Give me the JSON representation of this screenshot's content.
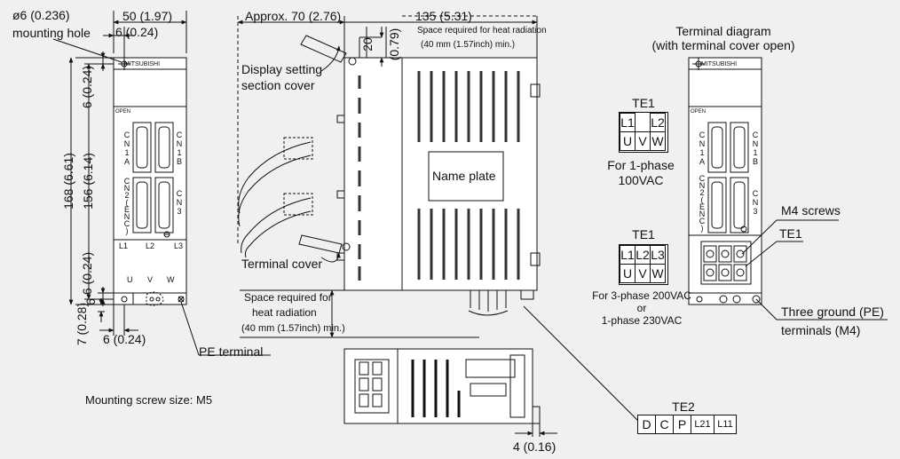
{
  "front_view": {
    "hole_dia": "ø6 (0.236)",
    "hole_label": "mounting hole",
    "width_dim": "50 (1.97)",
    "width_offset": "6 (0.24)",
    "brand": "MITSUBISHI",
    "open": "OPEN",
    "cn1a": [
      "C",
      "N",
      "1",
      "A"
    ],
    "cn1b": [
      "C",
      "N",
      "1",
      "B"
    ],
    "cn2": [
      "C",
      "N",
      "2",
      "(",
      "E",
      "N",
      "C",
      ")"
    ],
    "cn3": [
      "C",
      "N",
      "3"
    ],
    "l1": "L1",
    "l2": "L2",
    "l3": "L3",
    "u": "U",
    "v": "V",
    "w": "W",
    "dim_168": "168 (6.61)",
    "dim_156": "156 (6.14)",
    "dim_top6": "6 (0.24)",
    "dim_bot6": "6 (0.24)",
    "dim_bot6b": "6",
    "dim_7": "7 (0.28)",
    "dim_bottom6": "6 (0.24)",
    "pe_terminal": "PE terminal",
    "screw_size": "Mounting screw size: M5"
  },
  "side_view": {
    "approx": "Approx. 70 (2.76)",
    "depth": "135 (5.31)",
    "dim_20": "20",
    "dim_079": "(0.79)",
    "space_top_1": "Space required for heat radiation",
    "space_top_2": "(40 mm (1.57inch) min.)",
    "display_cover_1": "Display setting",
    "display_cover_2": "section cover",
    "name_plate": "Name plate",
    "terminal_cover": "Terminal cover",
    "space_bot_1": "Space required for",
    "space_bot_2": "heat radiation",
    "space_bot_3": "(40 mm (1.57inch) min.)",
    "dim_4": "4 (0.16)"
  },
  "te1_single": {
    "title": "TE1",
    "top": [
      "L1",
      "",
      "L2"
    ],
    "bottom": [
      "U",
      "V",
      "W"
    ],
    "caption_1": "For 1-phase",
    "caption_2": "100VAC"
  },
  "te1_three": {
    "title": "TE1",
    "top": [
      "L1",
      "L2",
      "L3"
    ],
    "bottom": [
      "U",
      "V",
      "W"
    ],
    "caption_1": "For 3-phase 200VAC",
    "caption_2": "or",
    "caption_3": "1-phase 230VAC"
  },
  "te2": {
    "title": "TE2",
    "cells": [
      "D",
      "C",
      "P",
      "L21",
      "L11"
    ]
  },
  "terminal_diagram": {
    "title_1": "Terminal diagram",
    "title_2": "(with terminal cover open)",
    "brand": "MITSUBISHI",
    "open": "OPEN",
    "m4_screws": "M4 screws",
    "te1": "TE1",
    "ground_1": "Three ground (PE)",
    "ground_2": "terminals (M4)"
  }
}
